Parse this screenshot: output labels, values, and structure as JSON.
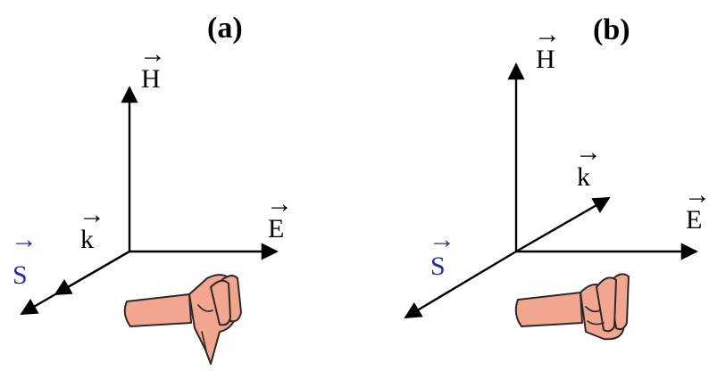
{
  "panels": [
    {
      "label": "(a)",
      "vectors": {
        "H": "H",
        "E": "E",
        "k": "k",
        "S": "S"
      }
    },
    {
      "label": "(b)",
      "vectors": {
        "H": "H",
        "E": "E",
        "k": "k",
        "S": "S"
      }
    }
  ],
  "colors": {
    "axis": "#000000",
    "S_label": "#2b2b9a",
    "hand_skin": "#f2a58f"
  },
  "arrow_symbol": "→"
}
